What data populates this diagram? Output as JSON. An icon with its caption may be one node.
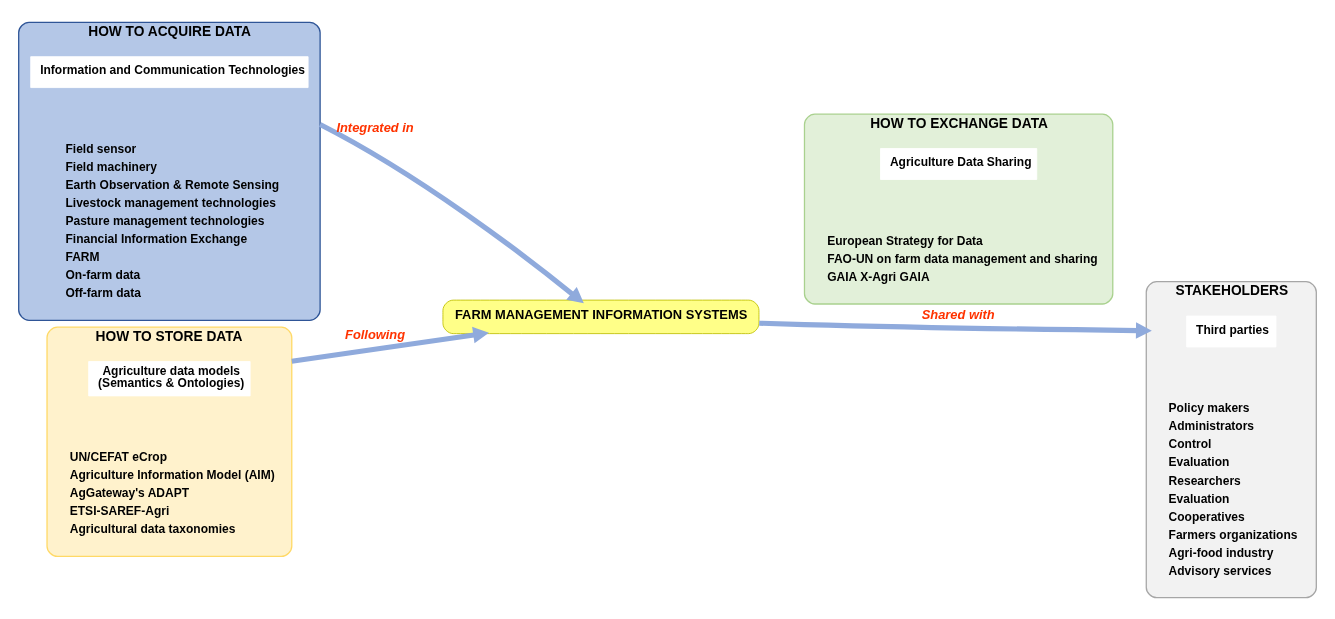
{
  "diagram": {
    "nodes": [
      {
        "text": [
          "HOW TO ACQUIRE DATA",
          "Field sensor",
          "Field machinery",
          "Earth Observation & Remote Sensing",
          "Livestock management technologies",
          "Pasture management technologies",
          "Financial Information Exchange",
          "FARM",
          "On-farm data",
          "Off-farm data"
        ]
      },
      {
        "text": [
          "Information and Communication Technologies"
        ],
        "in": 0
      },
      {
        "text": [
          "HOW TO STORE DATA",
          "UN/CEFAT eCrop",
          "Agriculture Information Model (AIM)",
          "AgGateway's ADAPT",
          "ETSI-SAREF-Agri",
          "Agricultural data taxonomies"
        ]
      },
      {
        "text": [
          "Agriculture data models",
          "(Semantics & Ontologies)"
        ],
        "in": 2
      },
      {
        "text": [
          "HOW TO EXCHANGE DATA",
          "European Strategy for Data",
          "FAO-UN on farm data management and sharing",
          "GAIA X-Agri GAIA"
        ]
      },
      {
        "text": [
          "Agriculture Data Sharing"
        ],
        "in": 4
      },
      {
        "text": [
          "STAKEHOLDERS",
          "Policy makers",
          "Administrators",
          "Control",
          "Evaluation",
          "Researchers",
          "Evaluation",
          "Cooperatives",
          "Farmers organizations",
          "Agri-food industry",
          "Advisory services"
        ]
      },
      {
        "text": [
          "Third parties"
        ],
        "in": 6
      },
      {
        "text": [
          "FARM MANAGEMENT INFORMATION SYSTEMS"
        ]
      }
    ],
    "edges": [
      {
        "from": 0,
        "to": 8,
        "arrow": "to",
        "label": "Integrated in"
      },
      {
        "from": 2,
        "to": 8,
        "arrow": "to",
        "label": "Following"
      },
      {
        "from": 8,
        "to": 6,
        "arrow": "to",
        "label": "Shared with"
      }
    ]
  }
}
